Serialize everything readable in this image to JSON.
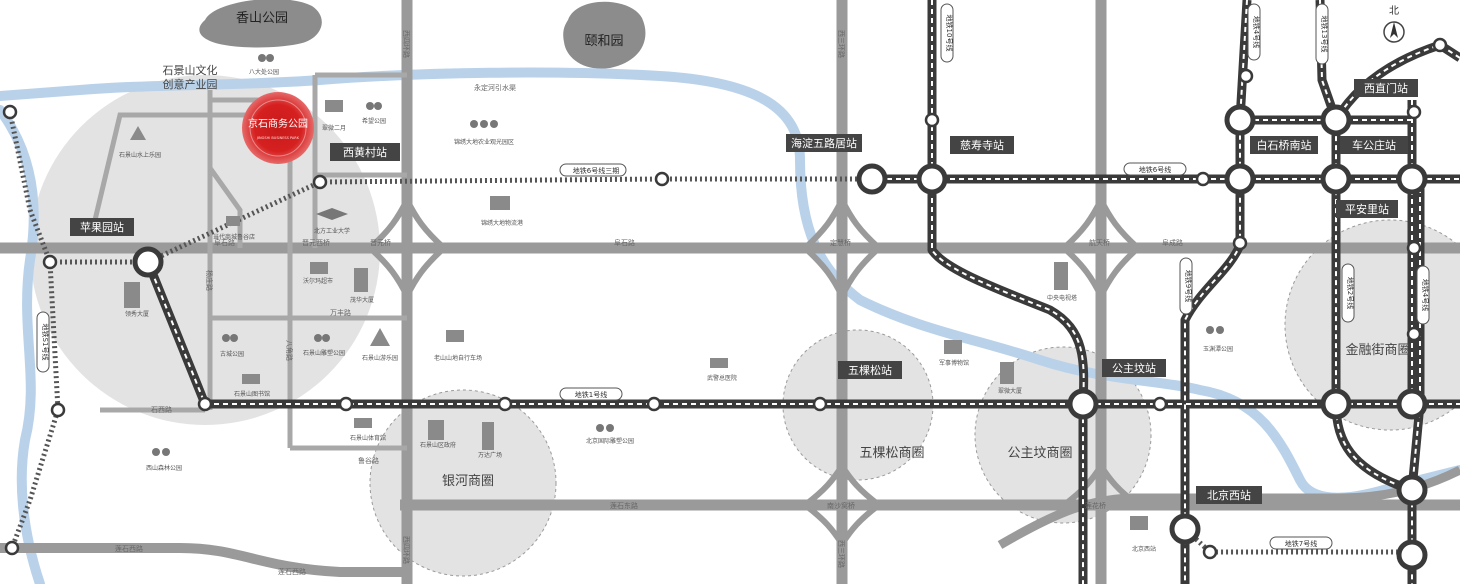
{
  "parks": {
    "xiangshan": "香山公园",
    "yiheyuan": "颐和园"
  },
  "districts": {
    "shijingshan_culture": "石景山文化",
    "shijingshan_culture_2": "创意产业园",
    "yinhe": "银河商圈",
    "wukesong": "五棵松商圈",
    "gongzhufen": "公主坟商圈",
    "jinrongjie": "金融街商圈"
  },
  "project": {
    "label": "京石商务公园",
    "sublabel": "JINGSHI BUSINESS PARK"
  },
  "water": {
    "canal": "永定河引水渠"
  },
  "roads": {
    "xisihuan_top": "西四环路",
    "xisihuan_bottom": "西四环路",
    "xisanhuan_top": "西三环路",
    "xisanhuan_bottom": "西三环路",
    "fushi_1": "阜石路",
    "fushi_2": "阜石路",
    "jinyuan_west": "晋元西桥",
    "jinyuan": "晋元桥",
    "dinghui": "定慧桥",
    "hangtian": "航天桥",
    "fucheng": "阜成路",
    "lianshi_east": "莲石东路",
    "lianshi_west": "莲石西路",
    "lianshi": "莲石西路",
    "nansha": "南沙窝桥",
    "lianhua": "莲花桥",
    "shixi": "石西路",
    "yangzhuang": "杨庄路",
    "bajiao": "八角路",
    "lugu": "鲁谷路",
    "wanfeng": "万丰路"
  },
  "stations": {
    "pingguoyuan": "苹果园站",
    "xihuangcun": "西黄村站",
    "haidian_wuluju": "海淀五路居站",
    "cishousi": "慈寿寺站",
    "baishiqiao_south": "白石桥南站",
    "chegongzhuang": "车公庄站",
    "xizhimen": "西直门站",
    "pinganli": "平安里站",
    "wukesong": "五棵松站",
    "gongzhufen": "公主坟站",
    "beijingxi": "北京西站"
  },
  "lines": {
    "line6_phase3": "地铁6号线三期",
    "line6": "地铁6号线",
    "line10": "地铁10号线",
    "line4": "地铁4号线",
    "line13": "地铁13号线",
    "line9": "地铁9号线",
    "line1": "地铁1号线",
    "line2": "地铁2号线",
    "line4b": "地铁4号线",
    "line7": "地铁7号线",
    "s1": "地铁S1号线"
  },
  "pois": {
    "shijingshan_shuixi": "石景山水上乐园",
    "badachu": "八大处公园",
    "xiyuan": "希望公园",
    "caoshe": "翠微二月",
    "dangdai": "当代商城鲁谷店",
    "bei_gongye": "北方工业大学",
    "jinding": "锦绣大地农业观光园区",
    "jinding_wuliu": "锦绣大地物流港",
    "qiaoyuan": "领秀大厦",
    "woerma": "沃尔玛超市",
    "maohua": "茂华大厦",
    "shijingshan_diaosu": "石景山雕塑公园",
    "shijingshan_youle": "石景山游乐园",
    "gucheng": "古城公园",
    "shijingshan_tushu": "石景山图书馆",
    "shijingshan_tiyu": "石景山体育馆",
    "shijingshan_quzf": "石景山区政府",
    "wanda": "万达广场",
    "laoshan": "老山山地自行车场",
    "beijing_guoji": "北京国际雕塑公园",
    "wujing": "武警总医院",
    "junshi": "军事博物馆",
    "cuiwei": "翠微大厦",
    "zhongyang": "中央电视塔",
    "yuyuantan": "玉渊潭公园",
    "beijingxi_poi": "北京西站",
    "shijingshan_senlin": "西山森林公园"
  },
  "compass": "北"
}
